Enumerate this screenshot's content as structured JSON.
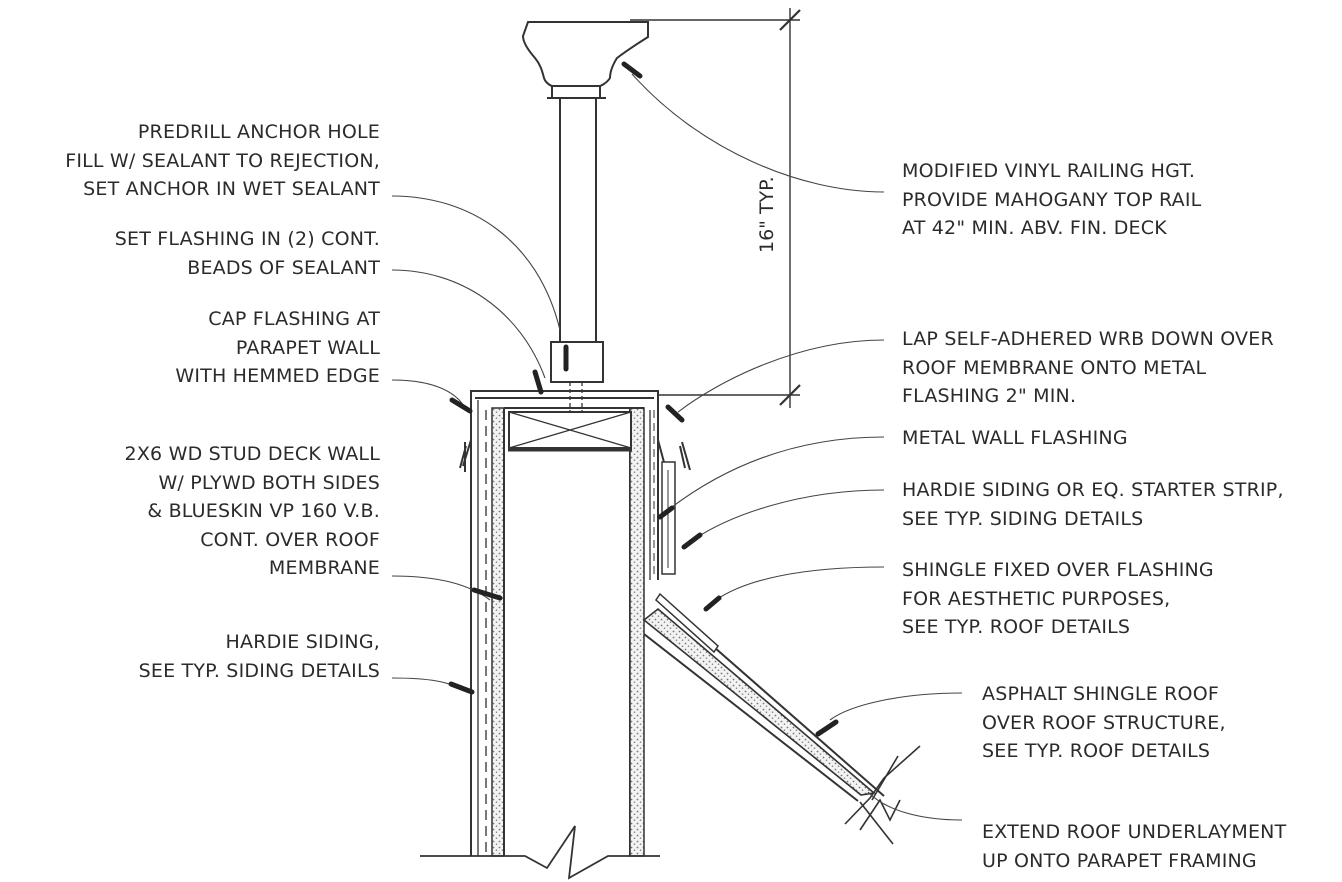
{
  "notes_left": [
    {
      "id": "predrill",
      "lines": [
        "PREDRILL ANCHOR HOLE",
        "FILL W/ SEALANT TO REJECTION,",
        "SET ANCHOR IN WET SEALANT"
      ]
    },
    {
      "id": "set-flashing",
      "lines": [
        "SET FLASHING IN (2) CONT.",
        "BEADS OF SEALANT"
      ]
    },
    {
      "id": "cap-flashing",
      "lines": [
        "CAP FLASHING AT",
        "PARAPET WALL",
        "WITH HEMMED EDGE"
      ]
    },
    {
      "id": "stud-wall",
      "lines": [
        "2X6 WD STUD DECK WALL",
        "W/ PLYWD BOTH SIDES",
        "& BLUESKIN VP 160 V.B.",
        "CONT. OVER ROOF",
        "MEMBRANE"
      ]
    },
    {
      "id": "hardie-siding",
      "lines": [
        "HARDIE SIDING,",
        "SEE TYP. SIDING DETAILS"
      ]
    }
  ],
  "notes_right": [
    {
      "id": "vinyl-railing",
      "lines": [
        "MODIFIED VINYL RAILING HGT.",
        "PROVIDE MAHOGANY TOP RAIL",
        "AT 42\" MIN. ABV. FIN. DECK"
      ]
    },
    {
      "id": "lap-wrb",
      "lines": [
        "LAP SELF-ADHERED WRB DOWN OVER",
        "ROOF MEMBRANE ONTO METAL",
        "FLASHING 2\" MIN."
      ]
    },
    {
      "id": "metal-wall-flashing",
      "lines": [
        "METAL WALL FLASHING"
      ]
    },
    {
      "id": "starter-strip",
      "lines": [
        "HARDIE SIDING OR EQ. STARTER STRIP,",
        "SEE TYP. SIDING DETAILS"
      ]
    },
    {
      "id": "shingle-fixed",
      "lines": [
        "SHINGLE FIXED OVER FLASHING",
        "FOR AESTHETIC PURPOSES,",
        "SEE TYP. ROOF DETAILS"
      ]
    },
    {
      "id": "asphalt-roof",
      "lines": [
        "ASPHALT SHINGLE ROOF",
        "OVER ROOF STRUCTURE,",
        "SEE TYP. ROOF DETAILS"
      ]
    },
    {
      "id": "roof-underlayment",
      "lines": [
        "EXTEND ROOF UNDERLAYMENT",
        "UP ONTO PARAPET FRAMING"
      ]
    }
  ],
  "dimension": {
    "label": "16\" TYP."
  }
}
